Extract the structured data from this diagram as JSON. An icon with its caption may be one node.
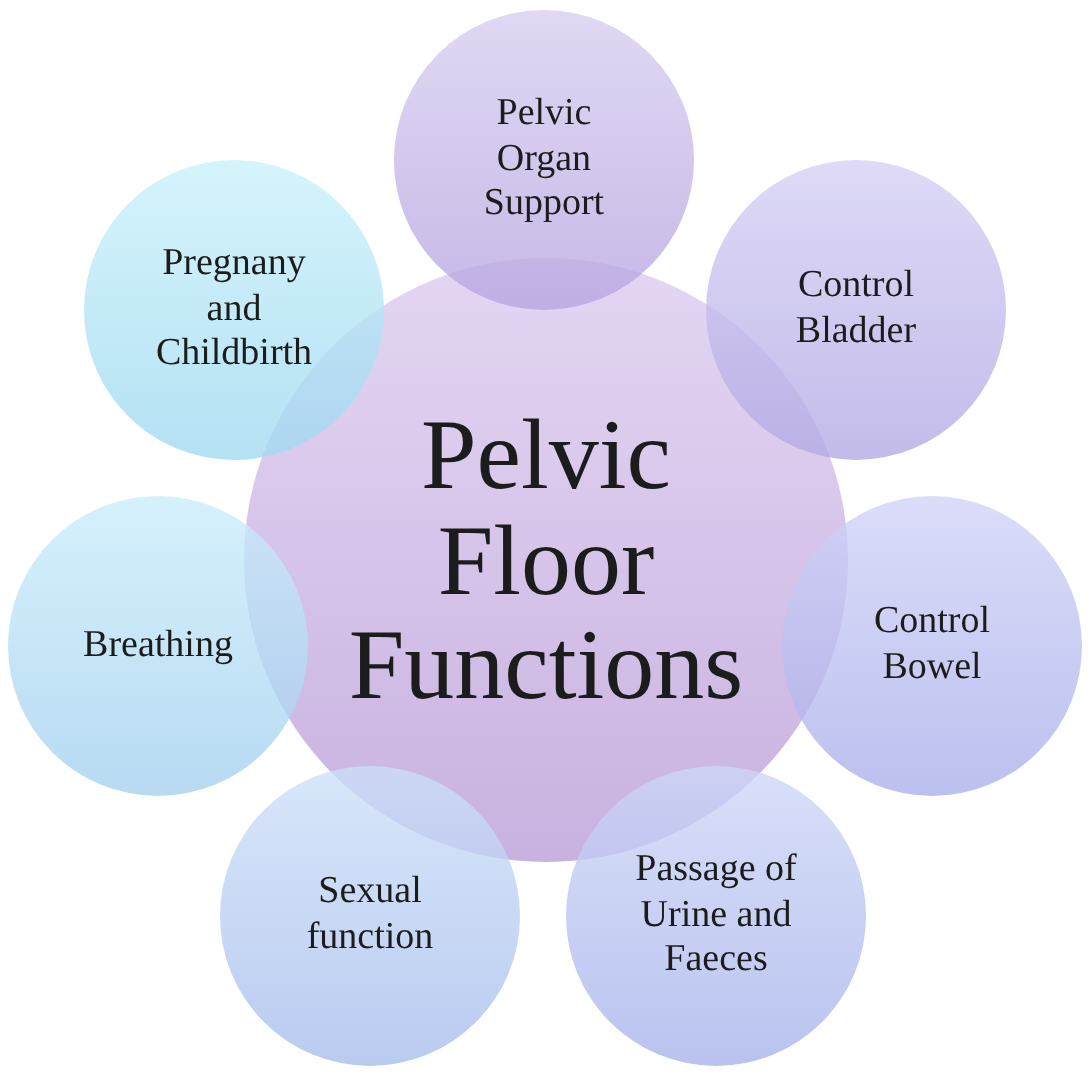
{
  "diagram": {
    "nodes": [
      {
        "text": [
          "Pelvic Floor Functions"
        ]
      },
      {
        "text": [
          "Pelvic Organ Support"
        ]
      },
      {
        "text": [
          "Control Bladder"
        ]
      },
      {
        "text": [
          "Control Bowel"
        ]
      },
      {
        "text": [
          "Passage of Urine and Faeces"
        ]
      },
      {
        "text": [
          "Sexual function"
        ]
      },
      {
        "text": [
          "Breathing"
        ]
      },
      {
        "text": [
          "Pregnany and Childbirth"
        ]
      }
    ]
  }
}
